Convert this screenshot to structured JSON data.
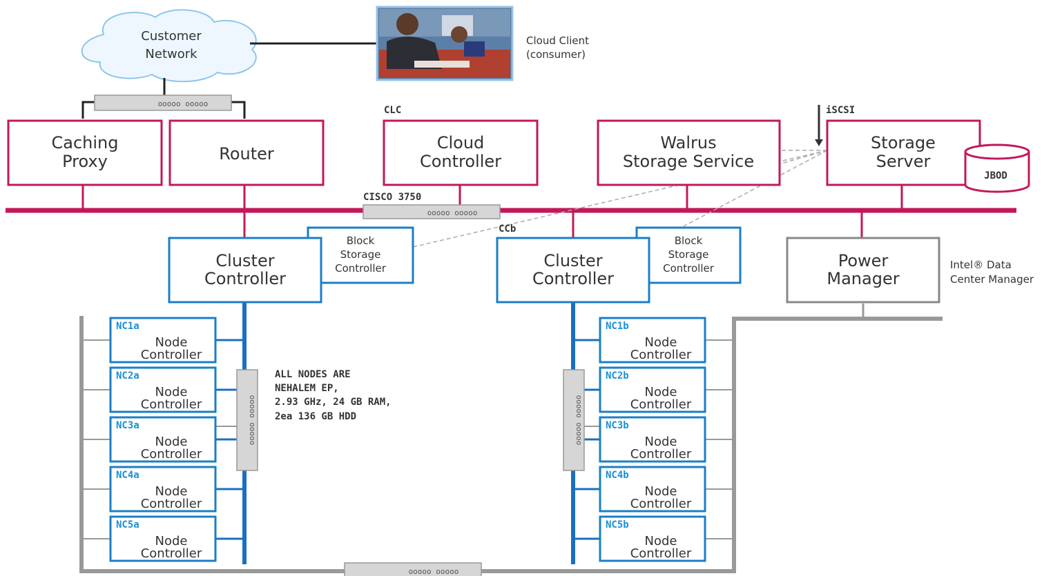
{
  "customer_network": {
    "line1": "Customer",
    "line2": "Network"
  },
  "cloud_client": {
    "line1": "Cloud Client",
    "line2": "(consumer)"
  },
  "switch_ports": "ooooo ooooo",
  "caching_proxy": {
    "line1": "Caching",
    "line2": "Proxy"
  },
  "router": {
    "label": "Router"
  },
  "clc_tag": "CLC",
  "cloud_controller": {
    "line1": "Cloud",
    "line2": "Controller"
  },
  "walrus": {
    "line1": "Walrus",
    "line2": "Storage Service"
  },
  "iscsi_tag": "iSCSI",
  "storage_server": {
    "line1": "Storage",
    "line2": "Server"
  },
  "jbod": "JBOD",
  "cisco_label": "CISCO 3750",
  "ccb_tag": "CCb",
  "cluster_a": {
    "line1": "Cluster",
    "line2": "Controller"
  },
  "bsc_a": {
    "line1": "Block",
    "line2": "Storage",
    "line3": "Controller"
  },
  "cluster_b": {
    "line1": "Cluster",
    "line2": "Controller"
  },
  "bsc_b": {
    "line1": "Block",
    "line2": "Storage",
    "line3": "Controller"
  },
  "power_manager": {
    "line1": "Power",
    "line2": "Manager"
  },
  "intel_dcm": {
    "line1": "Intel® Data",
    "line2": "Center Manager"
  },
  "note": {
    "line1": "ALL NODES ARE",
    "line2": "NEHALEM EP,",
    "line3": "2.93 GHz, 24 GB RAM,",
    "line4": "2ea 136 GB HDD"
  },
  "nodes_a": [
    {
      "id": "NC1a",
      "line1": "Node",
      "line2": "Controller"
    },
    {
      "id": "NC2a",
      "line1": "Node",
      "line2": "Controller"
    },
    {
      "id": "NC3a",
      "line1": "Node",
      "line2": "Controller"
    },
    {
      "id": "NC4a",
      "line1": "Node",
      "line2": "Controller"
    },
    {
      "id": "NC5a",
      "line1": "Node",
      "line2": "Controller"
    }
  ],
  "nodes_b": [
    {
      "id": "NC1b",
      "line1": "Node",
      "line2": "Controller"
    },
    {
      "id": "NC2b",
      "line1": "Node",
      "line2": "Controller"
    },
    {
      "id": "NC3b",
      "line1": "Node",
      "line2": "Controller"
    },
    {
      "id": "NC4b",
      "line1": "Node",
      "line2": "Controller"
    },
    {
      "id": "NC5b",
      "line1": "Node",
      "line2": "Controller"
    }
  ],
  "colors": {
    "magenta": "#c2185b",
    "blue": "#1a7fc6",
    "gray": "#888888",
    "dark": "#333333"
  }
}
